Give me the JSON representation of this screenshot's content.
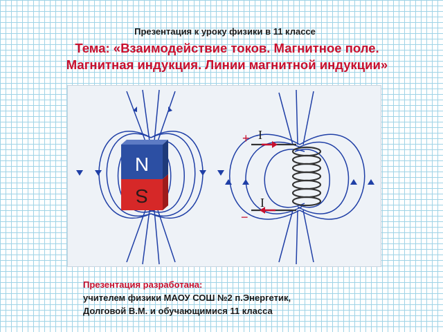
{
  "header": {
    "subtitle": "Презентация к уроку физики в 11 классе",
    "title_line1": "Тема: «Взаимодействие токов. Магнитное поле.",
    "title_line2": "Магнитная индукция. Линии магнитной индукции»"
  },
  "figure": {
    "magnet_north_label": "N",
    "magnet_south_label": "S",
    "coil_plus_sign": "+",
    "coil_minus_sign": "−",
    "coil_current_label_top": "I",
    "coil_current_label_bottom": "I",
    "colors": {
      "field_line": "#1f3fa6",
      "magnet_north": "#2c4fa3",
      "magnet_south": "#d62828",
      "coil_wire": "#333333",
      "current_arrow": "#c8102e"
    }
  },
  "credits": {
    "heading": "Презентация разработана:",
    "line1": "учителем физики  МАОУ СОШ №2 п.Энергетик,",
    "line2": "Долговой В.М. и обучающимися 11 класса"
  }
}
